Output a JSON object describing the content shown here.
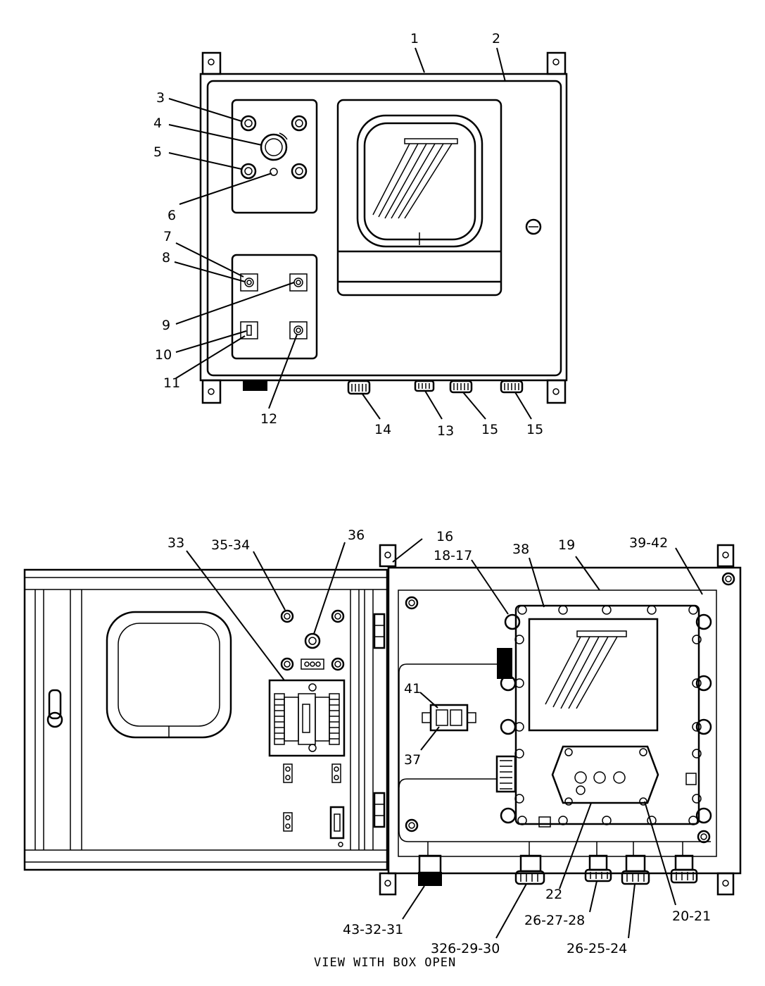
{
  "figure": {
    "top_view_callouts": [
      "1",
      "2",
      "3",
      "4",
      "5",
      "6",
      "7",
      "8",
      "9",
      "10",
      "11",
      "12",
      "13",
      "14",
      "15",
      "15"
    ],
    "open_view_callouts": [
      "16",
      "18-17",
      "19",
      "33",
      "35-34",
      "36",
      "38",
      "39-42",
      "41",
      "37",
      "22",
      "20-21",
      "43-32-31",
      "326-29-30",
      "26-27-28",
      "26-25-24"
    ],
    "caption": "VIEW WITH BOX OPEN"
  }
}
